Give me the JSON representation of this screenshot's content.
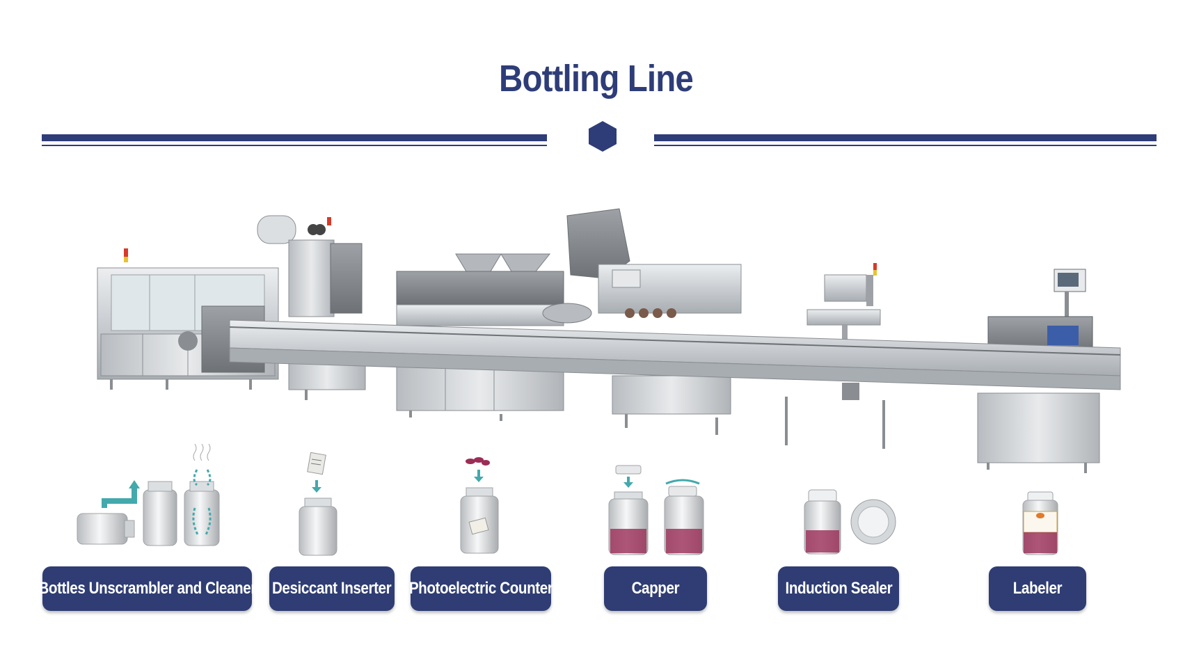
{
  "title": "Bottling Line",
  "colors": {
    "primary": "#2e3d78",
    "label_bg": "#2f3d74",
    "label_text": "#ffffff",
    "accent": "#43a9ac",
    "pill": "#9b2d56"
  },
  "steps": [
    {
      "label": "Bottles Unscrambler and Cleaner",
      "icon": "bottle-unscrambler-icon"
    },
    {
      "label": "Desiccant Inserter",
      "icon": "desiccant-bottle-icon"
    },
    {
      "label": "Photoelectric Counter",
      "icon": "pill-counter-bottle-icon"
    },
    {
      "label": "Capper",
      "icon": "capped-bottle-icon"
    },
    {
      "label": "Induction Sealer",
      "icon": "sealed-bottle-icon"
    },
    {
      "label": "Labeler",
      "icon": "labeled-bottle-icon"
    }
  ]
}
